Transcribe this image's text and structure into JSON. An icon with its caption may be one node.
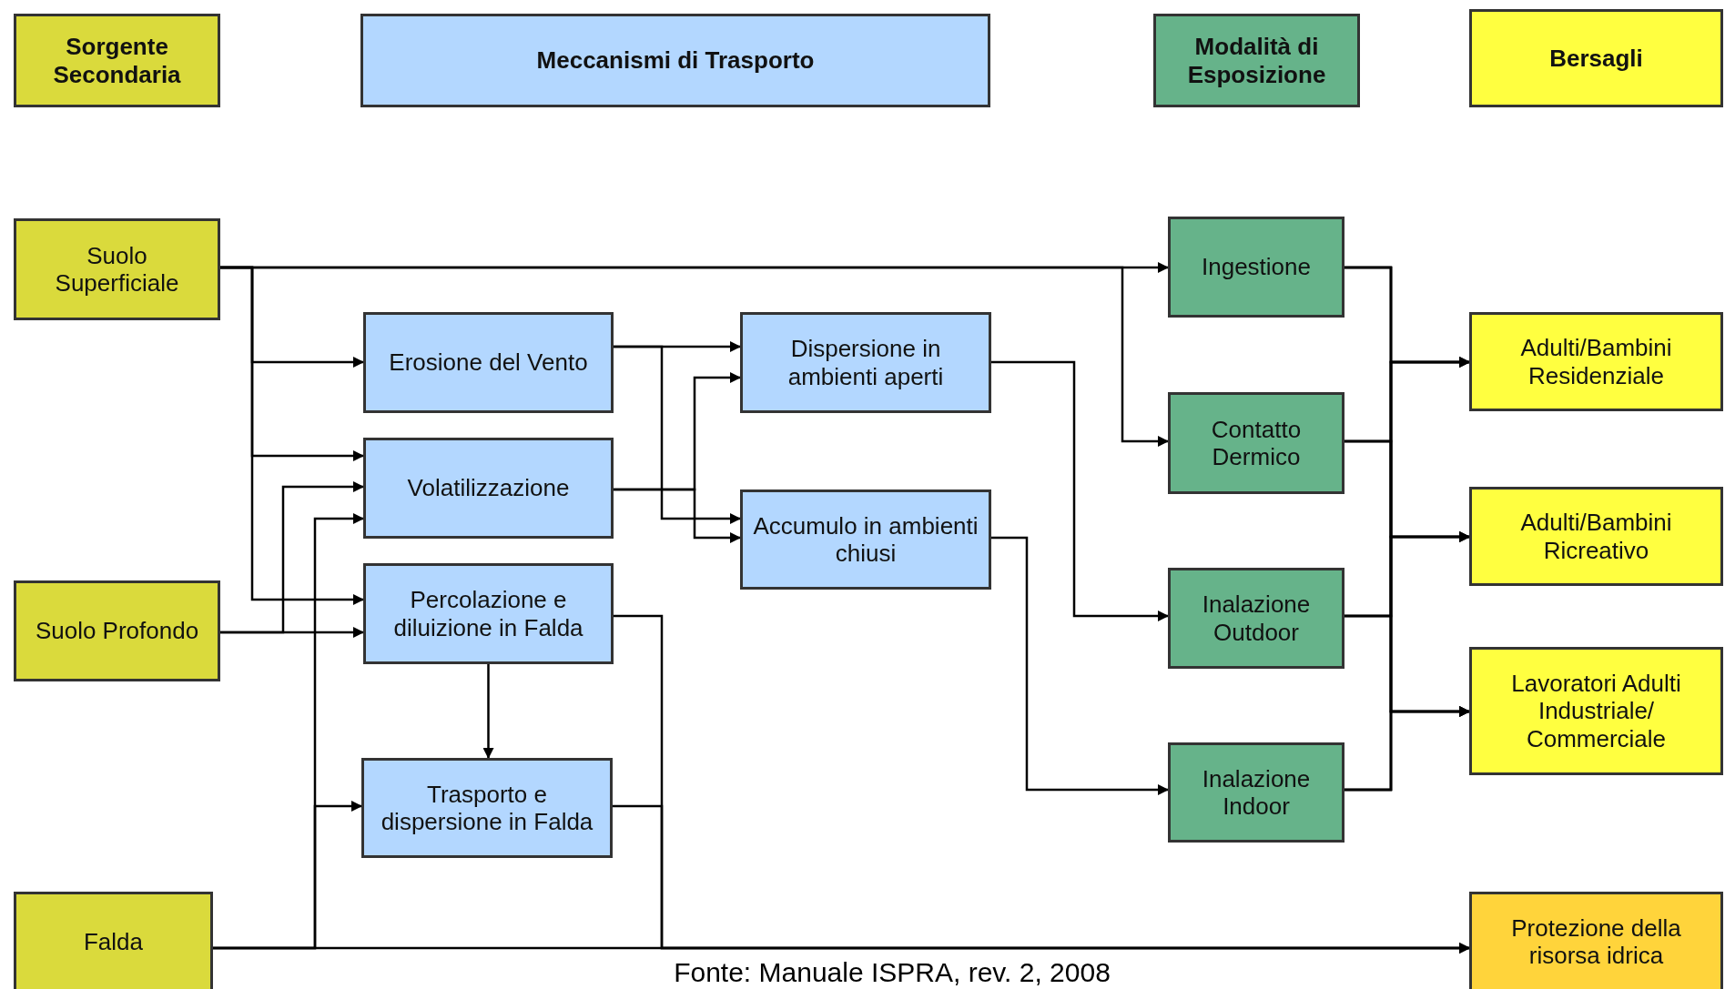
{
  "diagram": {
    "caption": "Fonte: Manuale ISPRA, rev. 2, 2008",
    "nodes": [
      {
        "text": [
          "Sorgente Secondaria"
        ]
      },
      {
        "text": [
          "Meccanismi di Trasporto"
        ]
      },
      {
        "text": [
          "Modalità di Esposizione"
        ]
      },
      {
        "text": [
          "Bersagli"
        ]
      },
      {
        "text": [
          "Suolo Superficiale"
        ]
      },
      {
        "text": [
          "Suolo Profondo"
        ]
      },
      {
        "text": [
          "Falda"
        ]
      },
      {
        "text": [
          "Erosione del Vento"
        ]
      },
      {
        "text": [
          "Volatilizzazione"
        ]
      },
      {
        "text": [
          "Percolazione e diluizione in Falda"
        ]
      },
      {
        "text": [
          "Trasporto e dispersione in Falda"
        ]
      },
      {
        "text": [
          "Dispersione in ambienti aperti"
        ]
      },
      {
        "text": [
          "Accumulo in ambienti chiusi"
        ]
      },
      {
        "text": [
          "Ingestione"
        ]
      },
      {
        "text": [
          "Contatto Dermico"
        ]
      },
      {
        "text": [
          "Inalazione Outdoor"
        ]
      },
      {
        "text": [
          "Inalazione Indoor"
        ]
      },
      {
        "text": [
          "Adulti/Bambini Residenziale"
        ]
      },
      {
        "text": [
          "Adulti/Bambini Ricreativo"
        ]
      },
      {
        "text": [
          "Lavoratori Adulti Industriale/ Commerciale"
        ]
      },
      {
        "text": [
          "Protezione della risorsa idrica"
        ]
      }
    ],
    "edges": [
      {
        "from": 4,
        "to": 13,
        "arrow": "to"
      },
      {
        "from": 4,
        "to": 14,
        "arrow": "to"
      },
      {
        "from": 4,
        "to": 7,
        "arrow": "to"
      },
      {
        "from": 4,
        "to": 8,
        "arrow": "to"
      },
      {
        "from": 4,
        "to": 9,
        "arrow": "to"
      },
      {
        "from": 5,
        "to": 9,
        "arrow": "to"
      },
      {
        "from": 5,
        "to": 8,
        "arrow": "to"
      },
      {
        "from": 6,
        "to": 20,
        "arrow": "to"
      },
      {
        "from": 6,
        "to": 8,
        "arrow": "to"
      },
      {
        "from": 6,
        "to": 10,
        "arrow": "to"
      },
      {
        "from": 7,
        "to": 11,
        "arrow": "to"
      },
      {
        "from": 7,
        "to": 12,
        "arrow": "to"
      },
      {
        "from": 8,
        "to": 11,
        "arrow": "to"
      },
      {
        "from": 8,
        "to": 12,
        "arrow": "to"
      },
      {
        "from": 9,
        "to": 10,
        "arrow": "to"
      },
      {
        "from": 9,
        "to": 20,
        "arrow": "to"
      },
      {
        "from": 10,
        "to": 20,
        "arrow": "to"
      },
      {
        "from": 11,
        "to": 15,
        "arrow": "to"
      },
      {
        "from": 12,
        "to": 16,
        "arrow": "to"
      },
      {
        "from": 13,
        "to": 17,
        "arrow": "to"
      },
      {
        "from": 13,
        "to": 18,
        "arrow": "to"
      },
      {
        "from": 13,
        "to": 19,
        "arrow": "to"
      },
      {
        "from": 14,
        "to": 17,
        "arrow": "to"
      },
      {
        "from": 14,
        "to": 18,
        "arrow": "to"
      },
      {
        "from": 14,
        "to": 19,
        "arrow": "to"
      },
      {
        "from": 15,
        "to": 17,
        "arrow": "to"
      },
      {
        "from": 15,
        "to": 18,
        "arrow": "to"
      },
      {
        "from": 15,
        "to": 19,
        "arrow": "to"
      },
      {
        "from": 16,
        "to": 17,
        "arrow": "to"
      },
      {
        "from": 16,
        "to": 18,
        "arrow": "to"
      },
      {
        "from": 16,
        "to": 19,
        "arrow": "to"
      }
    ]
  }
}
